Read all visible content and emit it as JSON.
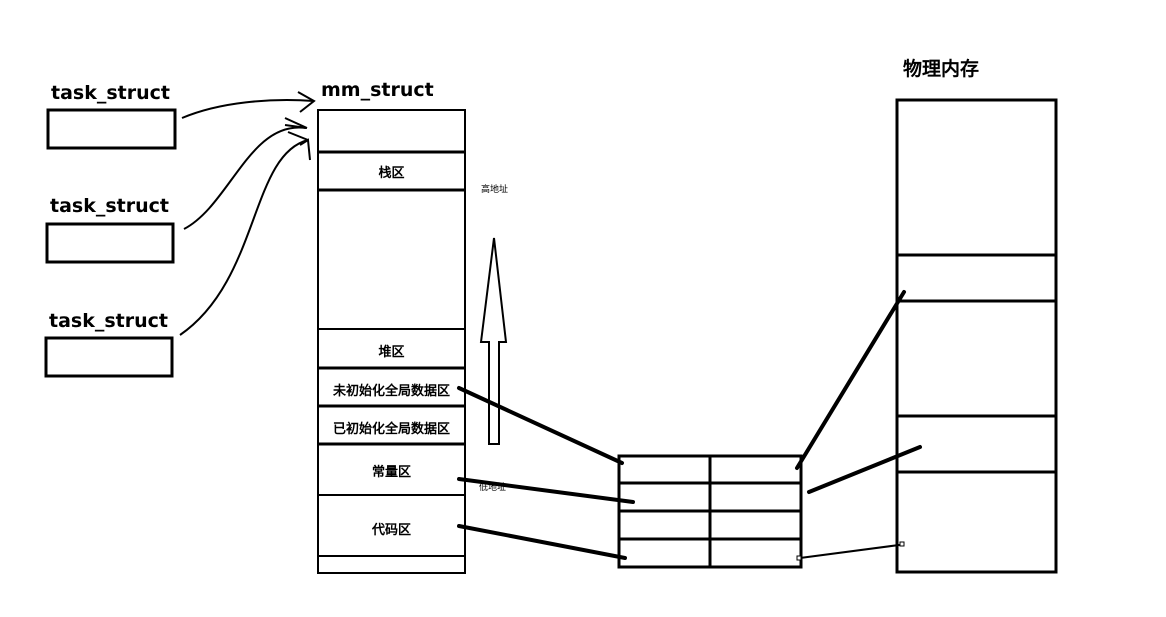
{
  "task_struct_labels": [
    "task_struct",
    "task_struct",
    "task_struct"
  ],
  "mm_struct": {
    "title": "mm_struct",
    "segments": [
      "栈区",
      "堆区",
      "未初始化全局数据区",
      "已初始化全局数据区",
      "常量区",
      "代码区"
    ]
  },
  "address_labels": {
    "high": "高地址",
    "low": "低地址"
  },
  "physical_memory": {
    "title": "物理内存"
  }
}
